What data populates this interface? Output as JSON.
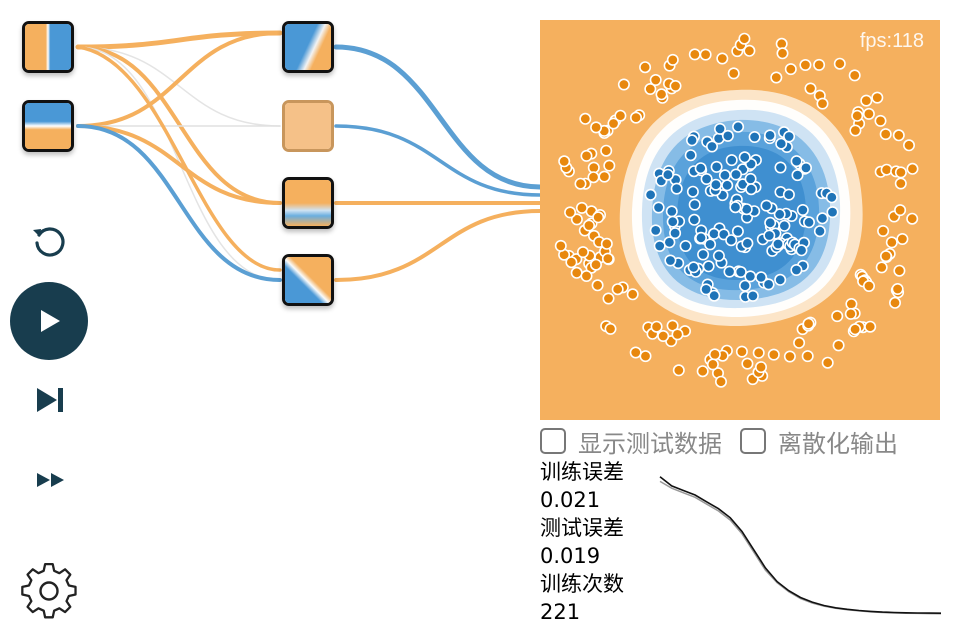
{
  "window": {
    "fps_text": "fps:118"
  },
  "options": {
    "show_test_data": {
      "label": "显示测试数据",
      "checked": false
    },
    "discretize_output": {
      "label": "离散化输出",
      "checked": false
    }
  },
  "stats": {
    "train_loss_label": "训练误差",
    "train_loss_value": "0.021",
    "test_loss_label": "测试误差",
    "test_loss_value": "0.019",
    "epochs_label": "训练次数",
    "epochs_value": "221"
  },
  "controls": {
    "icons": [
      "reset-icon",
      "play-icon",
      "step-icon",
      "fast-forward-icon",
      "gear-icon"
    ]
  },
  "colors": {
    "orange": "#f5b05e",
    "blue": "#3d8fd1",
    "orange_point": "#e8880e",
    "blue_point": "#1f74b8",
    "play_bg": "#183d4e"
  },
  "loss_curve": {
    "train": [
      0.62,
      0.58,
      0.56,
      0.54,
      0.51,
      0.48,
      0.44,
      0.38,
      0.3,
      0.22,
      0.16,
      0.12,
      0.09,
      0.07,
      0.055,
      0.045,
      0.038,
      0.033,
      0.029,
      0.026,
      0.024,
      0.023,
      0.022,
      0.0215,
      0.021
    ],
    "test": [
      0.6,
      0.57,
      0.55,
      0.53,
      0.5,
      0.47,
      0.43,
      0.37,
      0.29,
      0.21,
      0.155,
      0.115,
      0.085,
      0.066,
      0.052,
      0.043,
      0.036,
      0.031,
      0.027,
      0.024,
      0.022,
      0.021,
      0.02,
      0.0195,
      0.019
    ]
  }
}
